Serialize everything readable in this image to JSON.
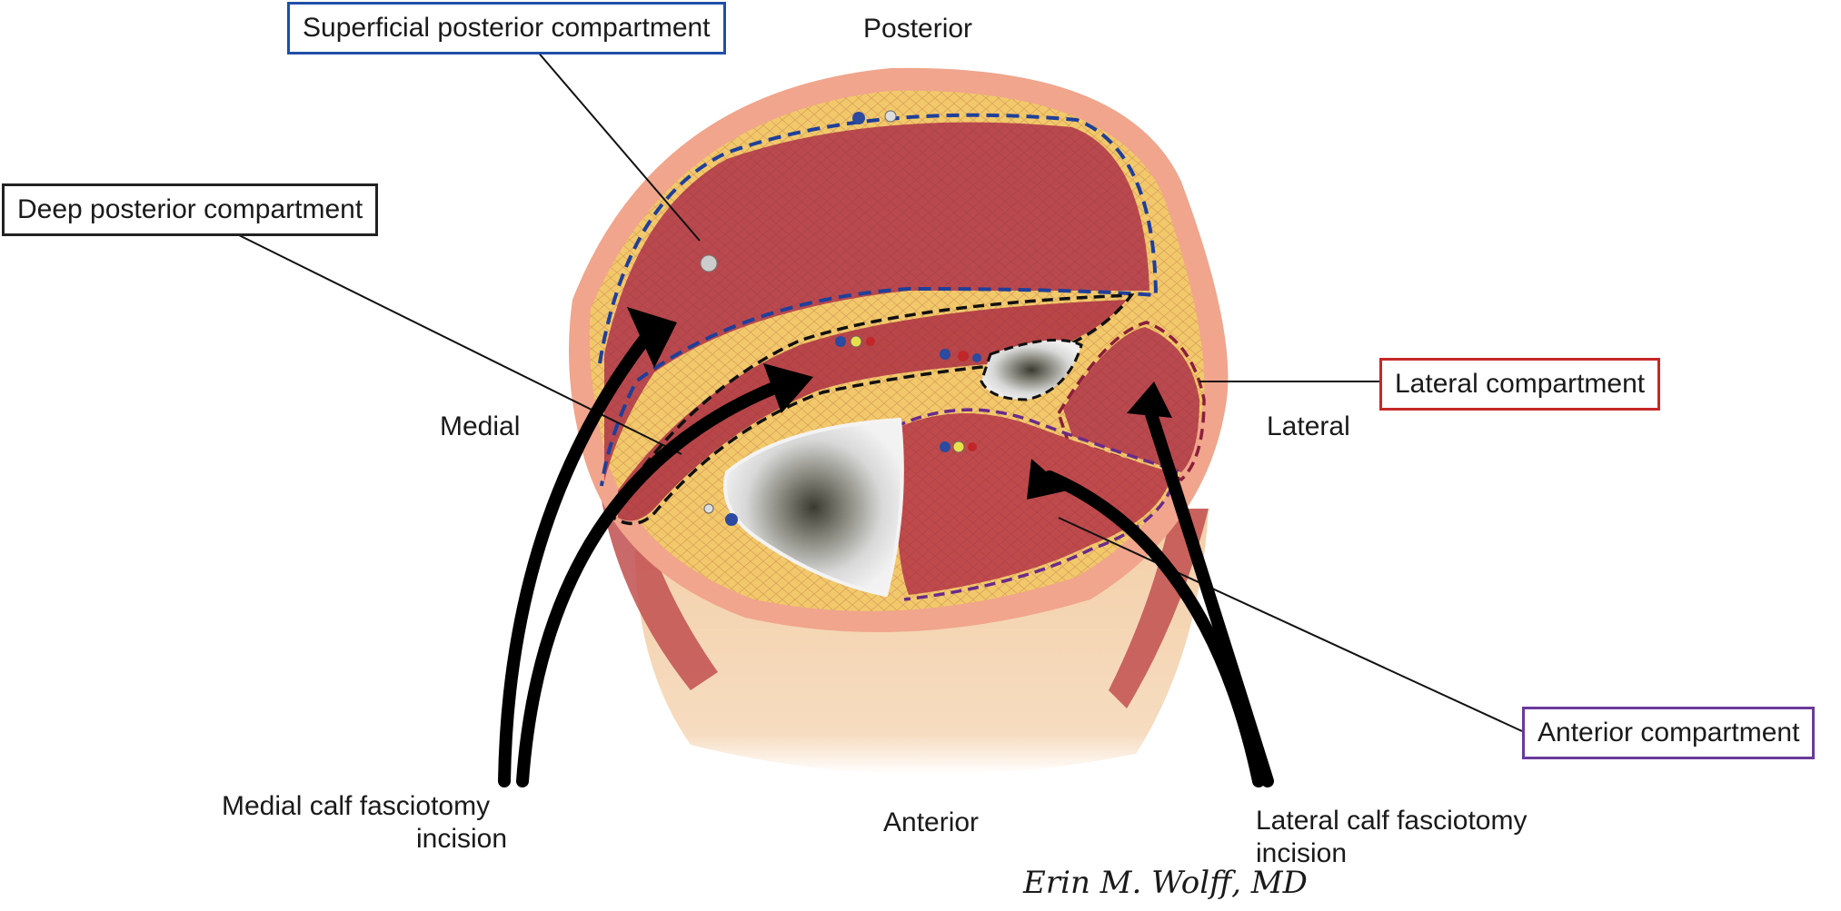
{
  "orientation": {
    "posterior": "Posterior",
    "anterior": "Anterior",
    "medial": "Medial",
    "lateral": "Lateral"
  },
  "callouts": {
    "superficial_posterior": {
      "text": "Superficial posterior compartment",
      "color": "#1f4fa8"
    },
    "deep_posterior": {
      "text": "Deep posterior compartment",
      "color": "#222222"
    },
    "lateral": {
      "text": "Lateral compartment",
      "color": "#c62828"
    },
    "anterior": {
      "text": "Anterior compartment",
      "color": "#6a3a9a"
    }
  },
  "incisions": {
    "medial": {
      "line1": "Medial calf fasciotomy",
      "line2": "incision"
    },
    "lateral": {
      "line1": "Lateral calf fasciotomy",
      "line2": "incision"
    }
  },
  "signature": "Erin M. Wolff, MD",
  "colors": {
    "skin": "#f0c7a2",
    "fat": "#f2c96a",
    "muscle": "#b9494e",
    "bone": "#d9d9d9",
    "superficial_outline": "#1f3f9a",
    "deep_outline": "#111111",
    "lateral_outline": "#8b1e3b",
    "anterior_outline": "#6a2a8a"
  }
}
